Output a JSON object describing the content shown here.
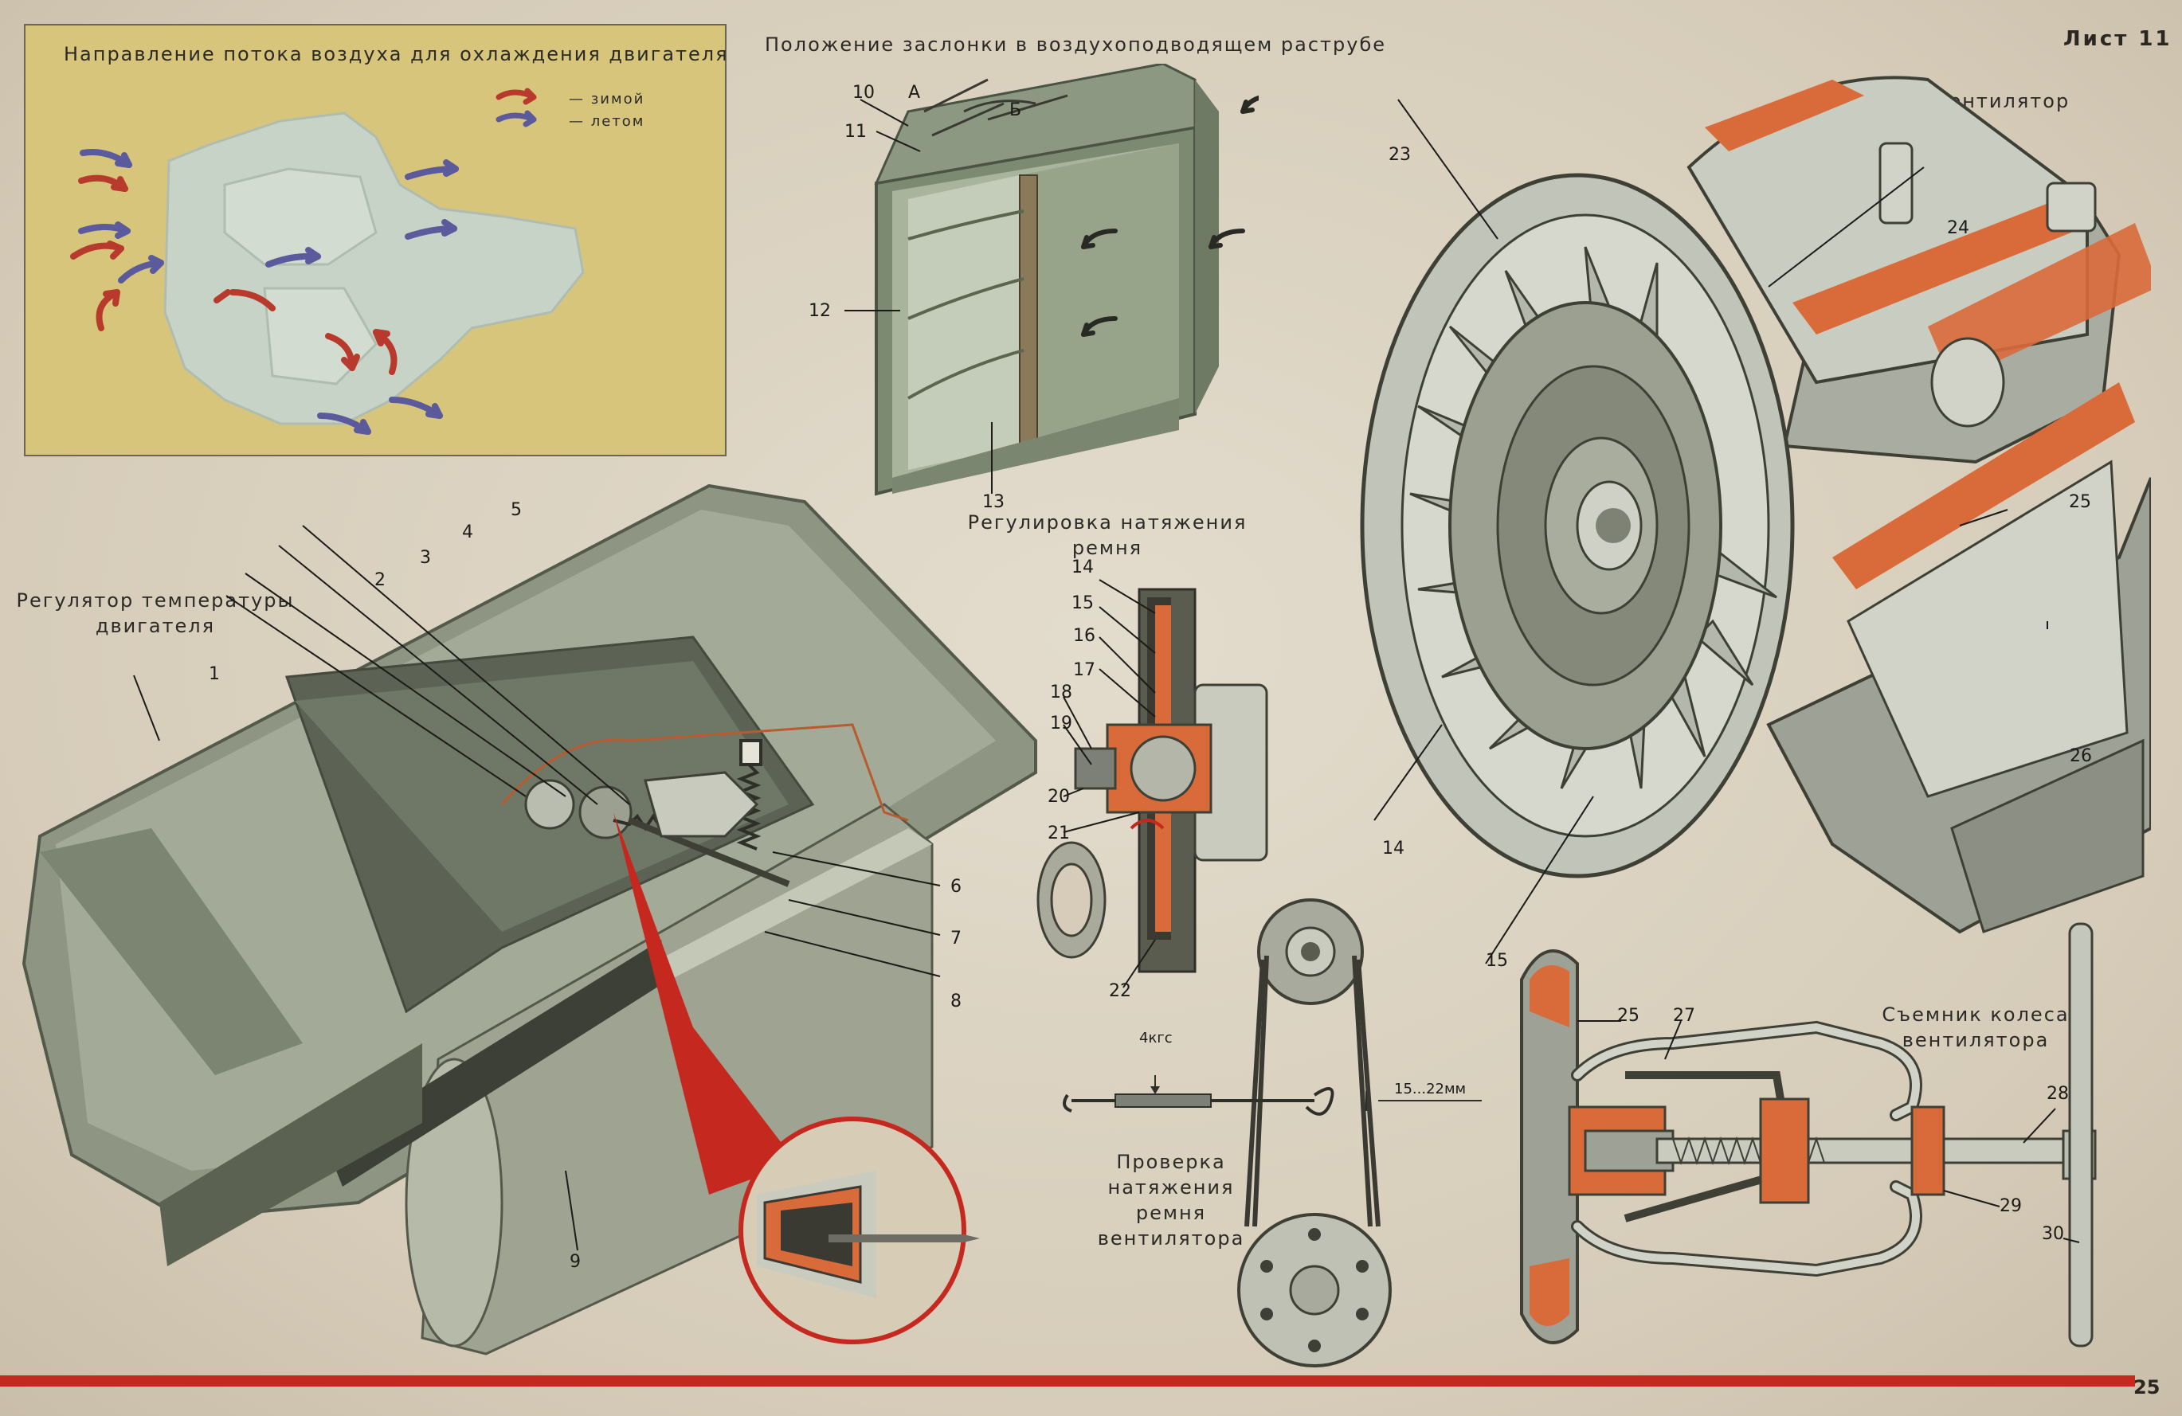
{
  "sheet_label": "Лист 11",
  "page_number": "25",
  "captions": {
    "airflow_title": "Направление потока воздуха для охлаждения двигателя",
    "legend_winter": "— зимой",
    "legend_summer": "— летом",
    "damper_title": "Положение заслонки в воздухоподводящем раструбе",
    "fan_title": "Вентилятор",
    "thermostat_title": "Регулятор температуры двигателя",
    "belt_adjust_title": "Регулировка натяжения ремня",
    "belt_check_title": "Проверка натяжения ремня вентилятора",
    "puller_title": "Съемник колеса вентилятора",
    "force_label": "4кгс",
    "deflection_label": "15...22мм"
  },
  "callouts": {
    "n1": "1",
    "n2": "2",
    "n3": "3",
    "n4": "4",
    "n5": "5",
    "n6": "6",
    "n7": "7",
    "n8": "8",
    "n9": "9",
    "n10": "10",
    "n11": "11",
    "n12": "12",
    "n13": "13",
    "nA": "А",
    "nB": "Б",
    "n14a": "14",
    "n15a": "15",
    "n16": "16",
    "n17": "17",
    "n18": "18",
    "n19": "19",
    "n20": "20",
    "n21": "21",
    "n22": "22",
    "n23": "23",
    "n24": "24",
    "n25": "25",
    "n26": "26",
    "n14b": "14",
    "n15b": "15",
    "n25b": "25",
    "n27": "27",
    "n28": "28",
    "n29": "29",
    "n30": "30"
  },
  "colors": {
    "winter_arrow": "#b83a2c",
    "summer_arrow": "#5b5a9c",
    "section_cut": "#d96a3a",
    "accent_red": "#c5281e",
    "panel_bg": "#d8c57c"
  }
}
